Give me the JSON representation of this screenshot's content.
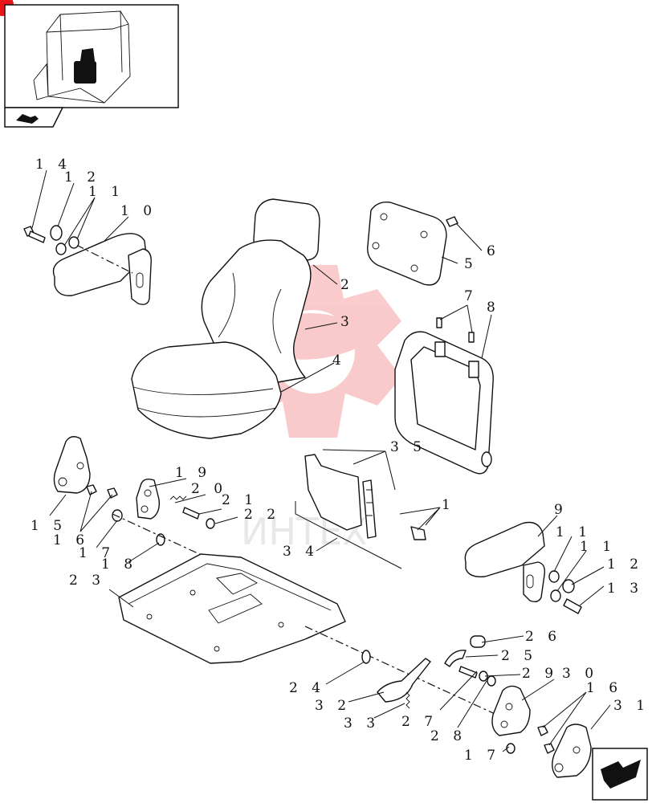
{
  "watermark": {
    "text": "ИНТЕХ",
    "color": "#e8151b"
  },
  "thumbnail": {
    "frame_color": "#111111",
    "marker_color": "#e8151b"
  },
  "callouts": [
    {
      "id": "c14",
      "text": "1 4"
    },
    {
      "id": "c12a",
      "text": "1 2"
    },
    {
      "id": "c11a",
      "text": "1 1"
    },
    {
      "id": "c10",
      "text": "1 0"
    },
    {
      "id": "c2",
      "text": "2"
    },
    {
      "id": "c3",
      "text": "3"
    },
    {
      "id": "c4",
      "text": "4"
    },
    {
      "id": "c6",
      "text": "6"
    },
    {
      "id": "c5",
      "text": "5"
    },
    {
      "id": "c7",
      "text": "7"
    },
    {
      "id": "c8",
      "text": "8"
    },
    {
      "id": "c35",
      "text": "3 5"
    },
    {
      "id": "c1",
      "text": "1"
    },
    {
      "id": "c19",
      "text": "1 9"
    },
    {
      "id": "c20",
      "text": "2 0"
    },
    {
      "id": "c21",
      "text": "2 1"
    },
    {
      "id": "c22",
      "text": "2 2"
    },
    {
      "id": "c15",
      "text": "1 5"
    },
    {
      "id": "c16a",
      "text": "1 6"
    },
    {
      "id": "c17a",
      "text": "1 7"
    },
    {
      "id": "c18",
      "text": "1 8"
    },
    {
      "id": "c34",
      "text": "3 4"
    },
    {
      "id": "c9",
      "text": "9"
    },
    {
      "id": "c11b",
      "text": "1 1"
    },
    {
      "id": "c11c",
      "text": "1 1"
    },
    {
      "id": "c12b",
      "text": "1 2"
    },
    {
      "id": "c13",
      "text": "1 3"
    },
    {
      "id": "c23",
      "text": "2 3"
    },
    {
      "id": "c26",
      "text": "2 6"
    },
    {
      "id": "c25",
      "text": "2 5"
    },
    {
      "id": "c29",
      "text": "2 9"
    },
    {
      "id": "c30",
      "text": "3 0"
    },
    {
      "id": "c24",
      "text": "2 4"
    },
    {
      "id": "c16b",
      "text": "1 6"
    },
    {
      "id": "c32",
      "text": "3 2"
    },
    {
      "id": "c31",
      "text": "3 1"
    },
    {
      "id": "c33",
      "text": "3 3"
    },
    {
      "id": "c27",
      "text": "2 7"
    },
    {
      "id": "c28",
      "text": "2 8"
    },
    {
      "id": "c17b",
      "text": "1 7"
    }
  ]
}
